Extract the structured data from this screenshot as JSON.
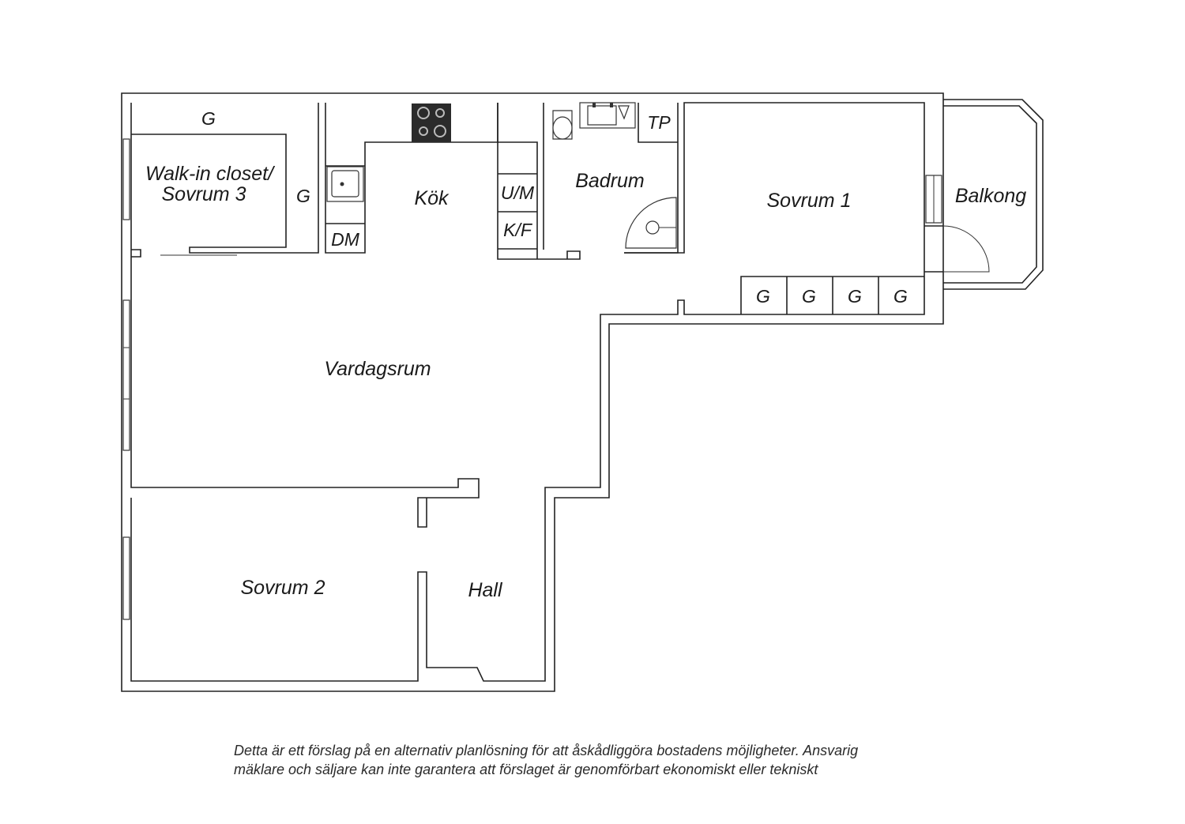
{
  "rooms": {
    "walkin_line1": "Walk-in closet/",
    "walkin_line2": "Sovrum 3",
    "kok": "Kök",
    "badrum": "Badrum",
    "sovrum1": "Sovrum 1",
    "balkong": "Balkong",
    "vardagsrum": "Vardagsrum",
    "sovrum2": "Sovrum 2",
    "hall": "Hall"
  },
  "fixtures": {
    "wardrobe": "G",
    "dishwasher": "DM",
    "fridge_freezer_upper": "U/M",
    "fridge_freezer_lower": "K/F",
    "washer": "TP"
  },
  "disclaimer": {
    "line1": "Detta är ett förslag på en alternativ planlösning för att åskådliggöra bostadens möjligheter. Ansvarig",
    "line2": "mäklare och säljare kan inte garantera att förslaget är genomförbart ekonomiskt eller tekniskt"
  }
}
